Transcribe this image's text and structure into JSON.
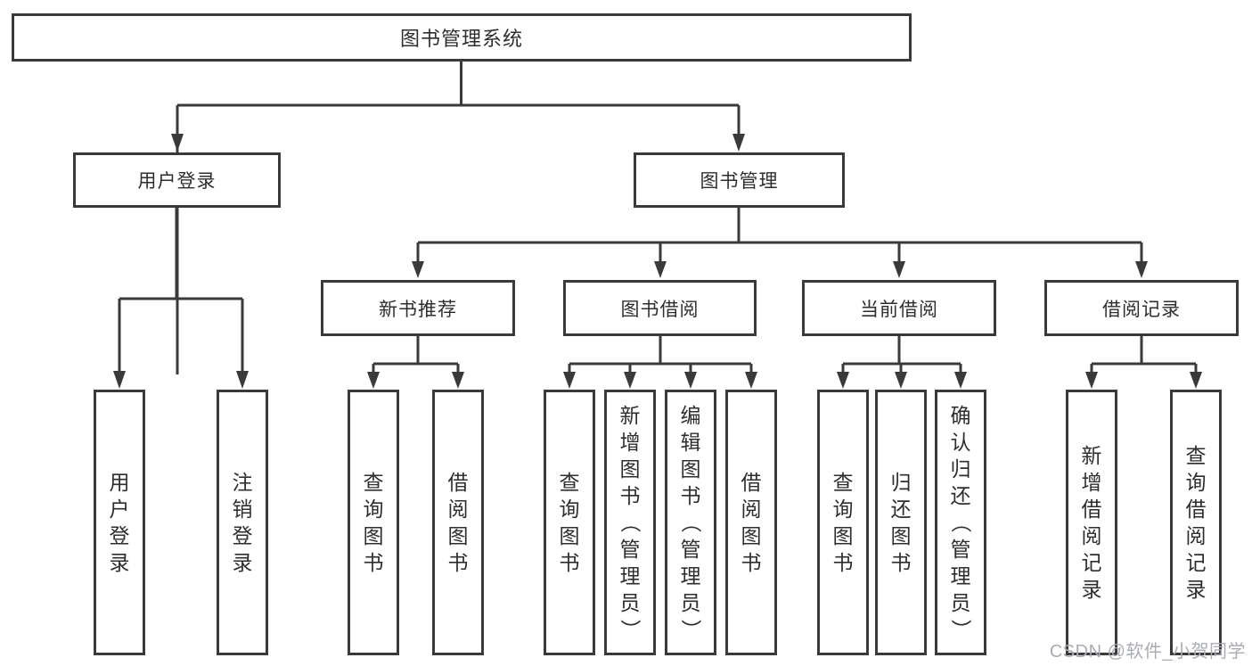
{
  "colors": {
    "line": "#3a3a3a",
    "text": "#2e2e2e",
    "background": "#ffffff",
    "watermark": "#a9adb3"
  },
  "root": {
    "label": "图书管理系统"
  },
  "level2": {
    "user_login": {
      "label": "用户登录"
    },
    "book_management": {
      "label": "图书管理"
    }
  },
  "level3": {
    "new_book_recommend": {
      "label": "新书推荐"
    },
    "book_borrow": {
      "label": "图书借阅"
    },
    "current_borrow": {
      "label": "当前借阅"
    },
    "borrow_records": {
      "label": "借阅记录"
    }
  },
  "leaves": {
    "user_login": {
      "label": "用户登录"
    },
    "logout": {
      "label": "注销登录"
    },
    "nb_query_books": {
      "label": "查询图书"
    },
    "nb_borrow_books": {
      "label": "借阅图书"
    },
    "bb_query_books": {
      "label": "查询图书"
    },
    "bb_add_books": {
      "label": "新增图书（管理员）"
    },
    "bb_edit_books": {
      "label": "编辑图书（管理员）"
    },
    "bb_borrow_books": {
      "label": "借阅图书"
    },
    "cb_query_books": {
      "label": "查询图书"
    },
    "cb_return_books": {
      "label": "归还图书"
    },
    "cb_confirm_return": {
      "label": "确认归还（管理员）"
    },
    "br_add_record": {
      "label": "新增借阅记录"
    },
    "br_query_record": {
      "label": "查询借阅记录"
    }
  },
  "watermark": {
    "text": "CSDN @软件_小贺同学"
  }
}
